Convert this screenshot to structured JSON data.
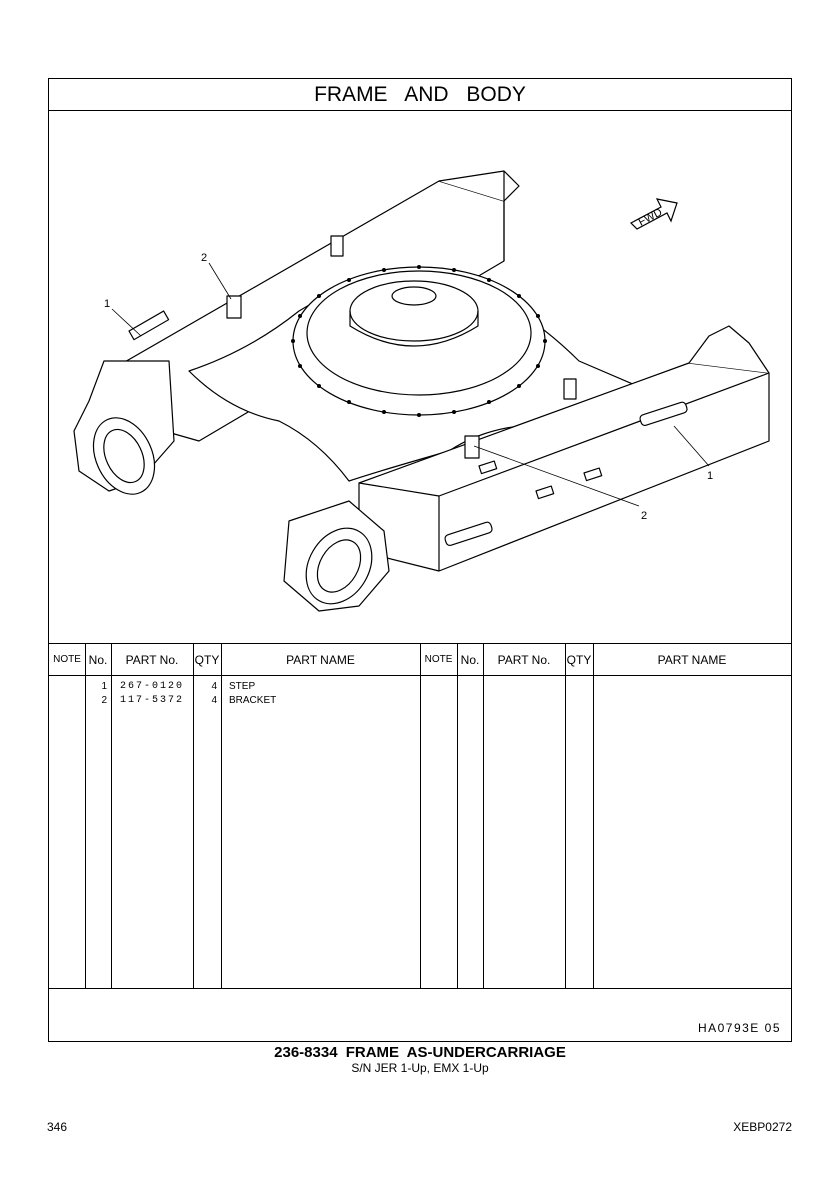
{
  "title": "FRAME AND BODY",
  "drawing": {
    "direction_label": "FWD",
    "callouts": [
      "1",
      "2",
      "1",
      "2"
    ]
  },
  "table": {
    "headers": [
      "NOTE",
      "No.",
      "PART No.",
      "QTY",
      "PART NAME",
      "NOTE",
      "No.",
      "PART No.",
      "QTY",
      "PART NAME"
    ],
    "rows": [
      {
        "no": "1",
        "part_no": "267-0120",
        "qty": "4",
        "name": "STEP"
      },
      {
        "no": "2",
        "part_no": "117-5372",
        "qty": "4",
        "name": "BRACKET"
      }
    ]
  },
  "illustration_ref": "HA0793E 05",
  "caption": {
    "main": "236-8334 FRAME AS-UNDERCARRIAGE",
    "sub": "S/N JER 1-Up, EMX 1-Up"
  },
  "page_number": "346",
  "doc_code": "XEBP0272"
}
